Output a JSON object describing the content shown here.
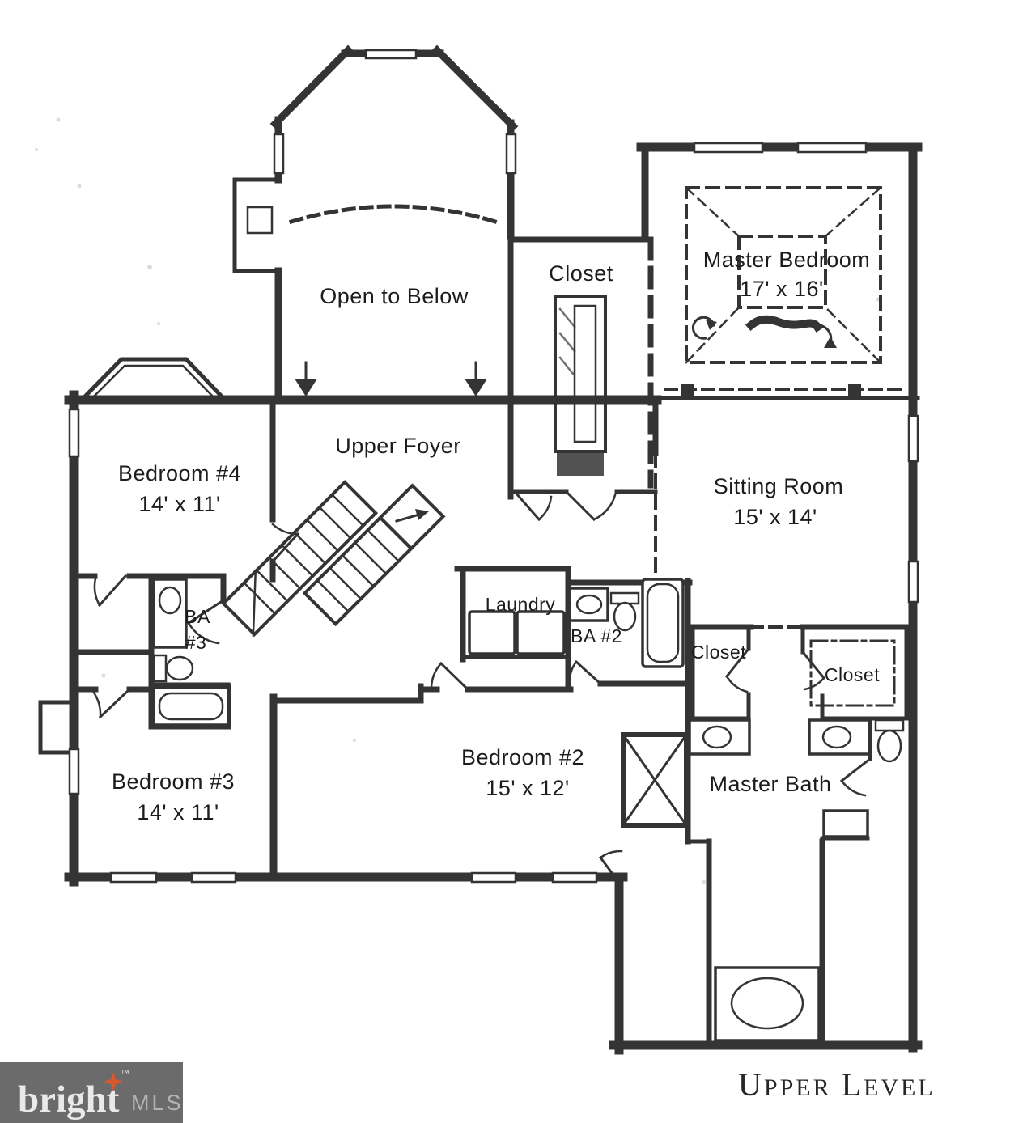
{
  "labels": {
    "open_to_below": "Open to Below",
    "master_bedroom": "Master Bedroom",
    "master_bedroom_dims": "17' x 16'",
    "closet_top": "Closet",
    "upper_foyer": "Upper Foyer",
    "bedroom4": "Bedroom #4",
    "bedroom4_dims": "14' x 11'",
    "sitting_room": "Sitting Room",
    "sitting_room_dims": "15' x 14'",
    "ba3_line1": "BA",
    "ba3_line2": "#3",
    "laundry": "Laundry",
    "ba2": "BA #2",
    "closet_left": "Closet",
    "closet_right": "Closet",
    "bedroom3": "Bedroom #3",
    "bedroom3_dims": "14' x 11'",
    "bedroom2": "Bedroom #2",
    "bedroom2_dims": "15' x 12'",
    "master_bath": "Master Bath"
  },
  "level_title": {
    "initial1": "U",
    "rest1": "PPER",
    "initial2": "L",
    "rest2": "EVEL"
  },
  "logo": {
    "brand": "bright",
    "tm": "™",
    "mls": "MLS"
  },
  "colors": {
    "line": "#343434",
    "ink": "#1c1c1c",
    "paper": "#ffffff",
    "logo_bg": "#6b6b6b",
    "logo_text": "#e9e9e9",
    "logo_mls": "#b3b3b3",
    "star": "#d65a2c"
  }
}
